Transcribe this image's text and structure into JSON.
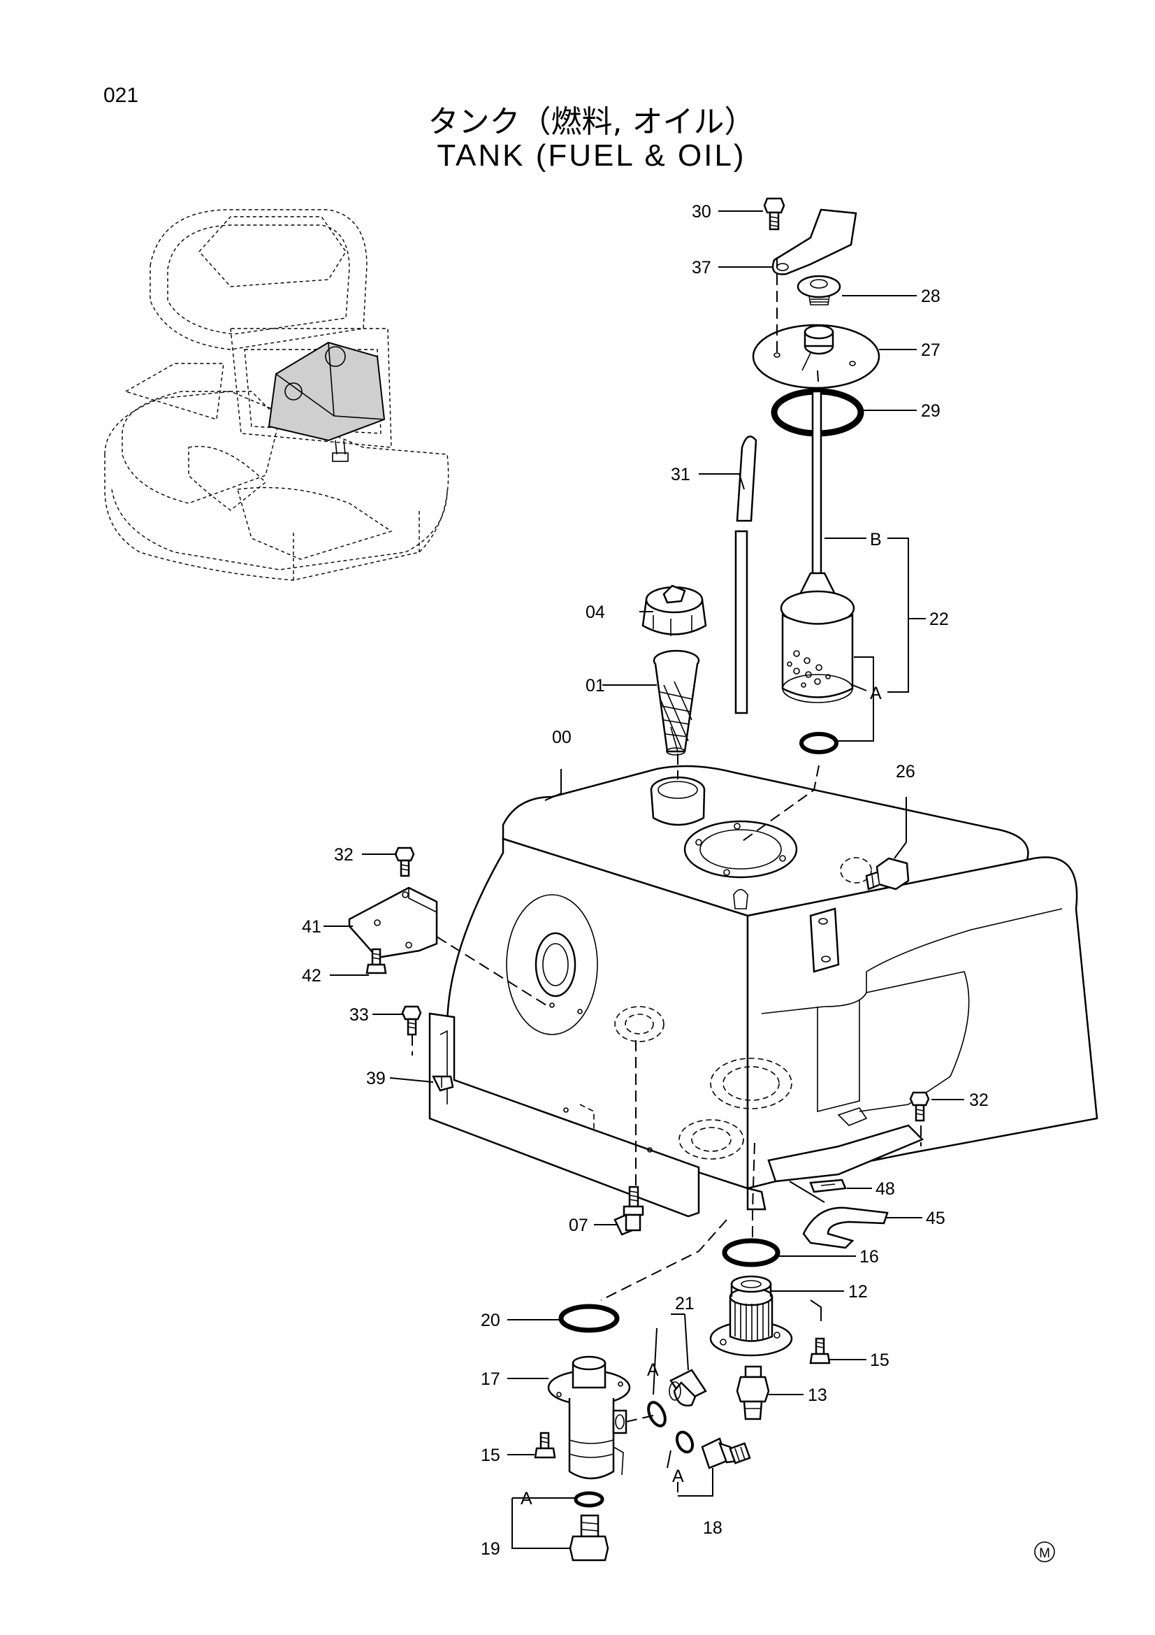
{
  "page_number": "021",
  "title_jp": "タンク（燃料, オイル）",
  "title_en": "TANK (FUEL & OIL)",
  "callouts": {
    "p00": "00",
    "p01": "01",
    "p04": "04",
    "p07": "07",
    "p12": "12",
    "p13": "13",
    "p15a": "15",
    "p15b": "15",
    "p16": "16",
    "p17": "17",
    "p18": "18",
    "p19": "19",
    "p20": "20",
    "p21": "21",
    "p22": "22",
    "p26": "26",
    "p27": "27",
    "p28": "28",
    "p29": "29",
    "p30": "30",
    "p31": "31",
    "p32a": "32",
    "p32b": "32",
    "p33": "33",
    "p37": "37",
    "p39": "39",
    "p41": "41",
    "p42": "42",
    "p45": "45",
    "p48": "48"
  },
  "letters": {
    "a1": "A",
    "b1": "B",
    "a2": "A",
    "a3": "A",
    "a4": "A"
  },
  "mark": "M"
}
